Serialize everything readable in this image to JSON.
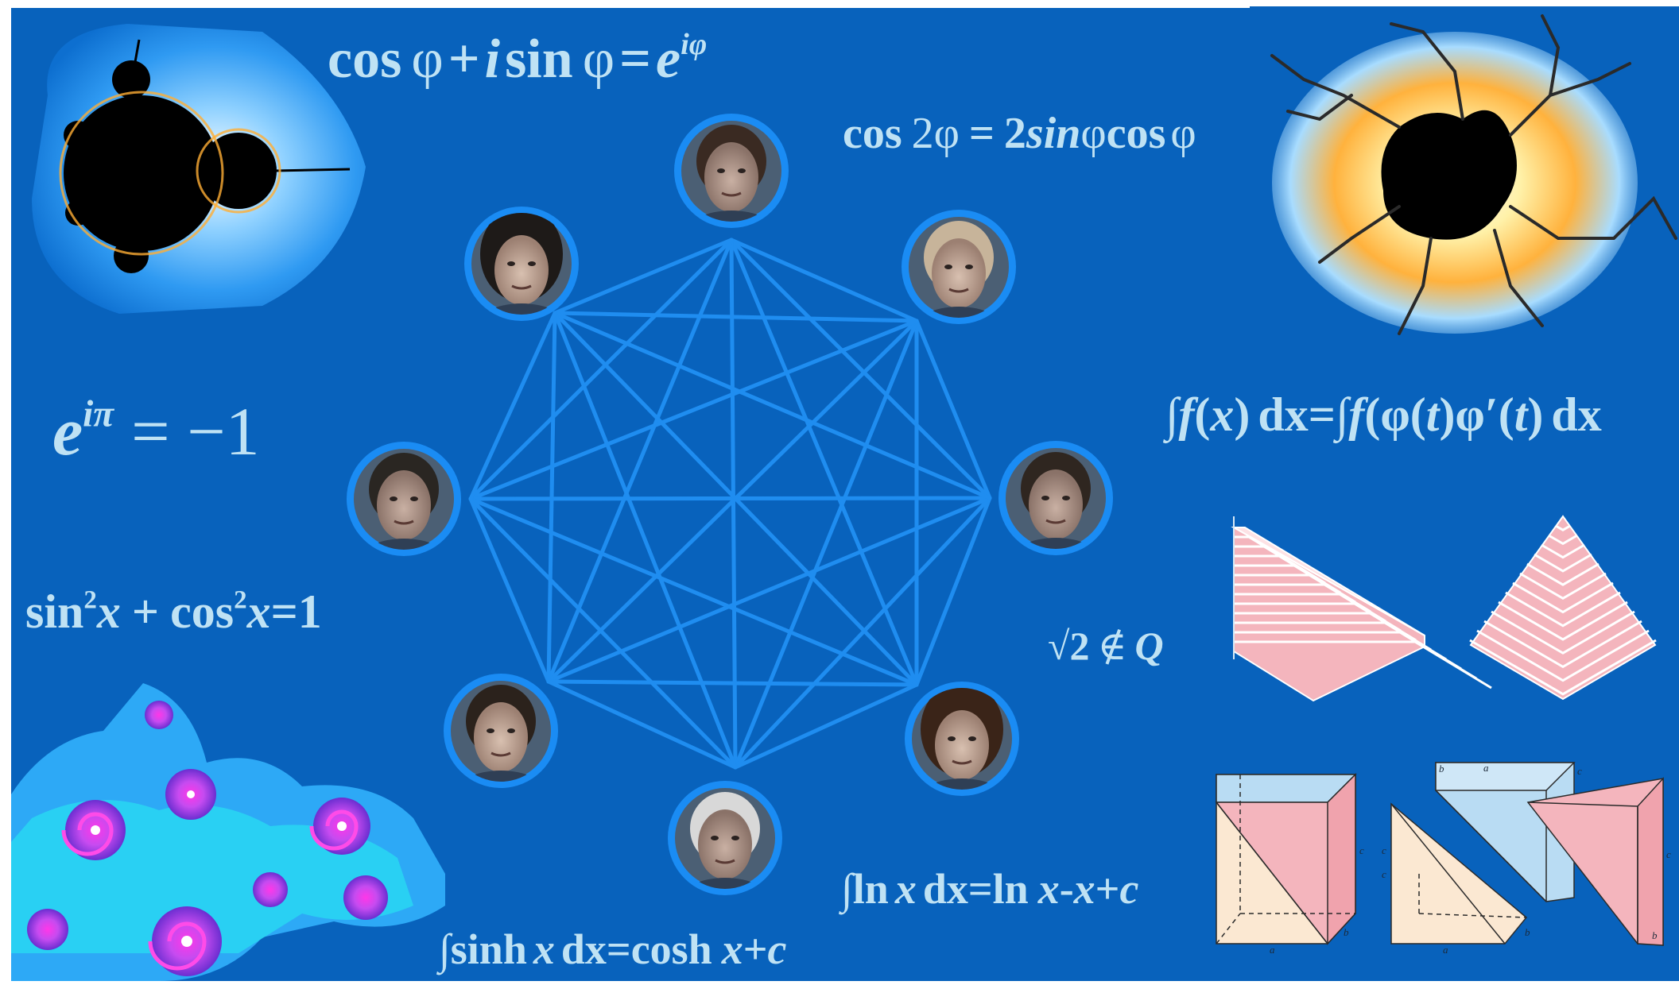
{
  "palette": {
    "background": "#0862bc",
    "graph_edge": "#1f8df0",
    "node_ring": "#1a8cf4",
    "formula_text": "#bfe2f4",
    "frame_white": "#ffffff",
    "pyramid_pink": "#f4b5bd",
    "prism_blue": "#b9dcf3",
    "prism_cream": "#fbe8d2"
  },
  "formulas": {
    "euler_formula": {
      "lhs": "cos",
      "phi1": "φ",
      "plus": "+",
      "i": "i",
      "sin": "sin",
      "phi2": "φ",
      "eq": "=",
      "e": "e",
      "exp": "iφ"
    },
    "double_angle": {
      "cos": "cos",
      "arg": "2φ",
      "eq": "=",
      "coef": "2",
      "sin": "sin",
      "phi": "φ",
      "cos2": "cos",
      "phi2": "φ"
    },
    "euler_identity": {
      "e": "e",
      "exp": "iπ",
      "rest": "= −1"
    },
    "pythagorean": {
      "sin": "sin",
      "sq1": "2",
      "x1": "x",
      "plus": "+",
      "cos": "cos",
      "sq2": "2",
      "x2": "x",
      "rest": "=1"
    },
    "substitution": {
      "text1": "∫",
      "f1": "f",
      "p1": "(",
      "x1": "x",
      "p2": ")",
      "dx1": "dx",
      "eq": "=∫",
      "f2": "f",
      "p3": "(φ(",
      "t1": "t",
      "p4": ")φ′(",
      "t2": "t",
      "p5": ")",
      "dx2": "dx"
    },
    "irrational": {
      "root": "√2",
      "notin": "∉",
      "Q": "Q"
    },
    "ln_integral": {
      "int": "∫ln",
      "x1": "x",
      "dx": "dx",
      "eq": "=ln",
      "x2": "x",
      "minus": "-",
      "x3": "x",
      "plus": "+",
      "c": "c"
    },
    "sinh_integral": {
      "int": "∫sinh",
      "x1": "x",
      "dx": "dx",
      "eq": "=cosh",
      "x2": "x",
      "plus": "+",
      "c": "c"
    }
  },
  "diagram_labels": {
    "left_prism": {
      "a": "a",
      "b": "b",
      "c": "c"
    },
    "right_prisms": {
      "a_bottom": "a",
      "a_top": "a",
      "b1": "b",
      "b2": "b",
      "b_top": "b",
      "c1": "c",
      "c2": "c",
      "c3": "c",
      "c4": "c"
    }
  },
  "graph": {
    "node_count": 8,
    "nodes": [
      {
        "id": "portrait-top",
        "name": "portrait-man-top"
      },
      {
        "id": "portrait-upper-right",
        "name": "portrait-man-upper-right"
      },
      {
        "id": "portrait-right",
        "name": "portrait-man-right"
      },
      {
        "id": "portrait-lower-right",
        "name": "portrait-woman-lower-right"
      },
      {
        "id": "portrait-bottom",
        "name": "portrait-man-bottom"
      },
      {
        "id": "portrait-lower-left",
        "name": "portrait-man-lower-left"
      },
      {
        "id": "portrait-left",
        "name": "portrait-man-left"
      },
      {
        "id": "portrait-upper-left",
        "name": "portrait-woman-upper-left"
      }
    ]
  }
}
